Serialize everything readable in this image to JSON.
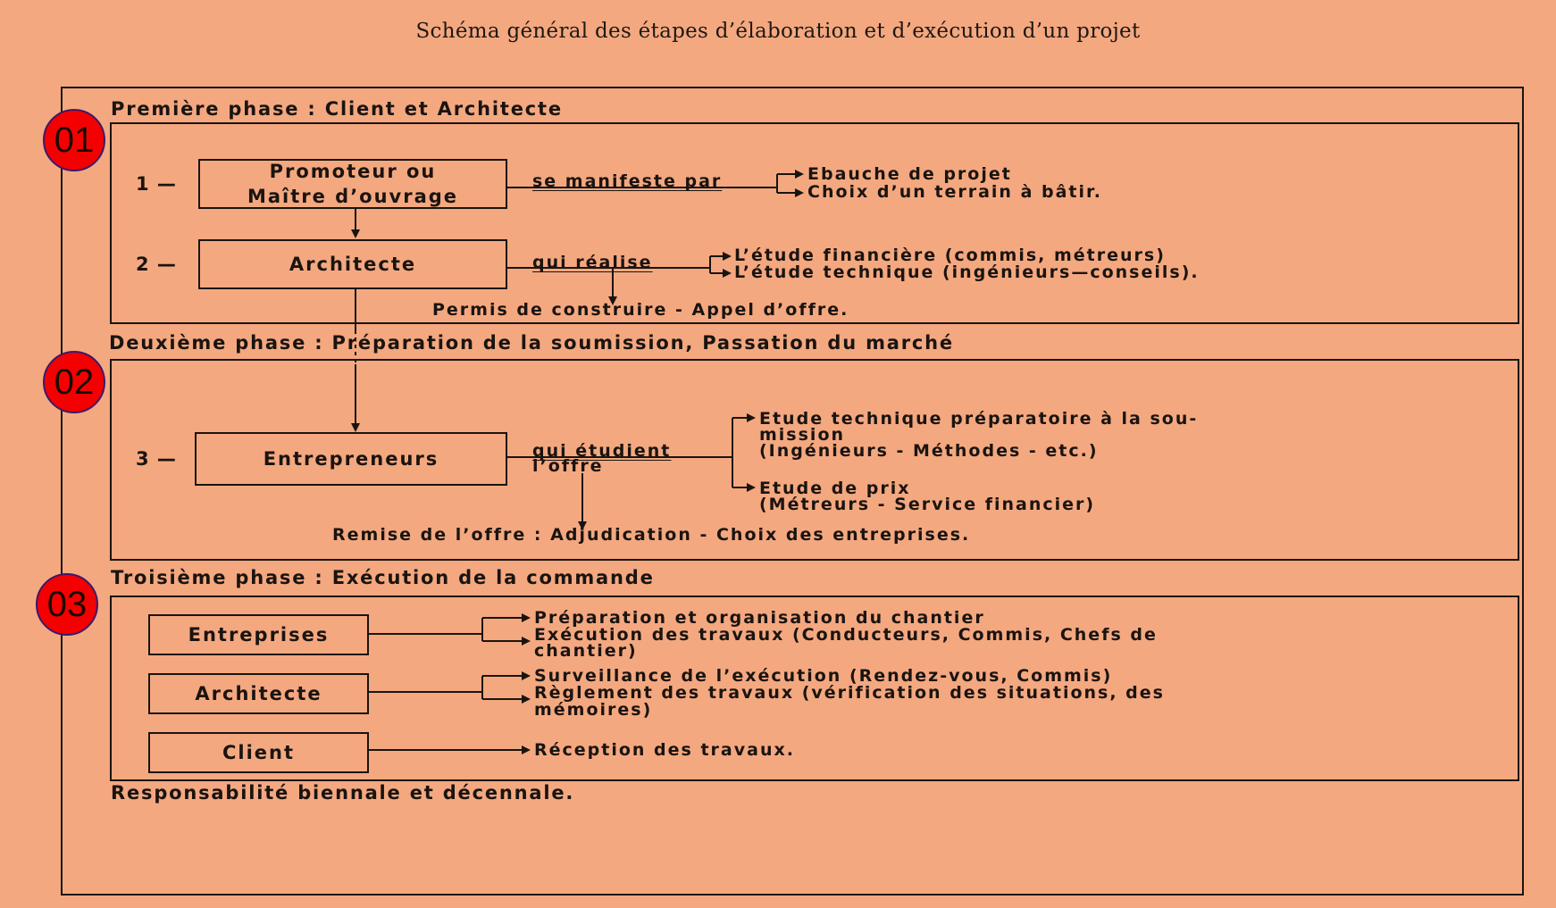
{
  "title": "Schéma général des étapes d’élaboration et d’exécution d’un projet",
  "phases": [
    {
      "badge": "01",
      "heading": "Première phase : Client et Architecte",
      "steps": [
        {
          "number": "1 —",
          "box": [
            "Promoteur ou",
            "Maître d’ouvrage"
          ],
          "connector": "se manifeste par",
          "outcomes": [
            "Ebauche de projet",
            "Choix d’un terrain à bâtir."
          ]
        },
        {
          "number": "2 —",
          "box": [
            "Architecte"
          ],
          "connector": "qui réalise",
          "outcomes": [
            "L’étude financière (commis, métreurs)",
            "L’étude technique (ingénieurs—conseils)."
          ]
        }
      ],
      "result": "Permis de construire - Appel d’offre."
    },
    {
      "badge": "02",
      "heading": "Deuxième phase : Préparation de la soumission, Passation du marché",
      "steps": [
        {
          "number": "3 —",
          "box": [
            "Entrepreneurs"
          ],
          "connector": [
            "qui étudient",
            "l’offre"
          ],
          "outcomes": [
            [
              "Etude technique préparatoire à la sou-",
              "mission",
              "(Ingénieurs - Méthodes - etc.)"
            ],
            [
              "Etude de prix",
              "(Métreurs - Service financier)"
            ]
          ]
        }
      ],
      "result": "Remise de l’offre : Adjudication - Choix des entreprises."
    },
    {
      "badge": "03",
      "heading": "Troisième phase : Exécution de la commande",
      "actors": [
        {
          "box": "Entreprises",
          "outcomes": [
            [
              "Préparation et organisation du chantier"
            ],
            [
              "Exécution des travaux (Conducteurs, Commis, Chefs de",
              "chantier)"
            ]
          ]
        },
        {
          "box": "Architecte",
          "outcomes": [
            [
              "Surveillance de l’exécution (Rendez-vous, Commis)"
            ],
            [
              "Règlement des travaux (vérification des situations, des",
              "mémoires)"
            ]
          ]
        },
        {
          "box": "Client",
          "outcomes": [
            [
              "Réception des travaux."
            ]
          ]
        }
      ]
    }
  ],
  "footer": "Responsabilité biennale et décennale.",
  "colors": {
    "background": "#f4a880",
    "ink": "#1a1410",
    "badge": "#f40000"
  }
}
